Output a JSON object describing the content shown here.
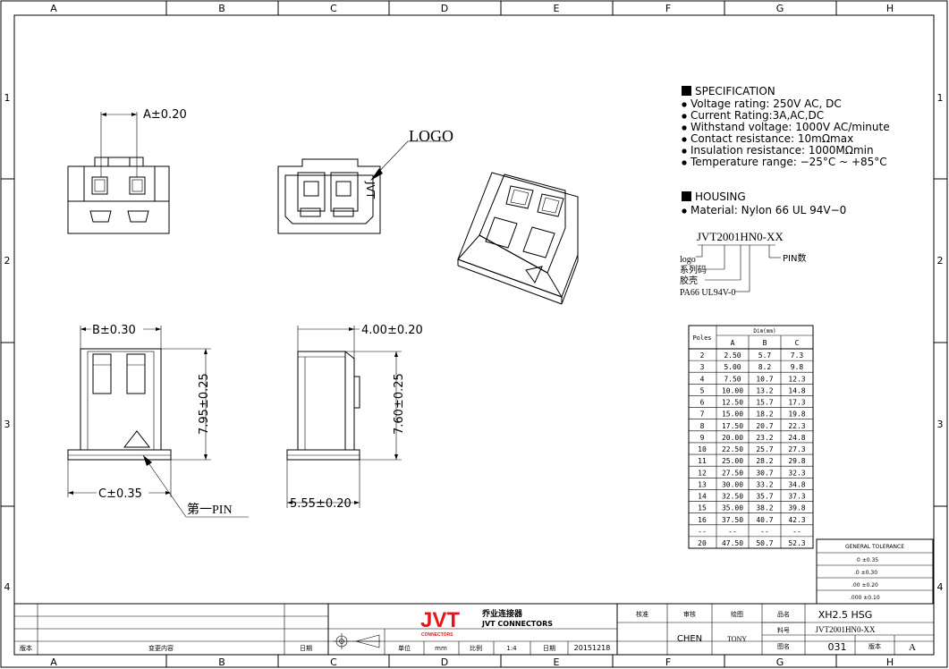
{
  "frame": {
    "columns": [
      "A",
      "B",
      "C",
      "D",
      "E",
      "F",
      "G",
      "H"
    ],
    "rows": [
      "1",
      "2",
      "3",
      "4"
    ]
  },
  "labels": {
    "dim_a": "A±0.20",
    "logo": "LOGO",
    "logo_mark": "JVT",
    "dim_b": "B±0.30",
    "dim_c": "C±0.35",
    "dim_height_front": "7.95±0.25",
    "first_pin": "第一PIN",
    "dim_depth": "4.00±0.20",
    "dim_height_side": "7.60±0.25",
    "dim_width_side": "5.55±0.20"
  },
  "specification": {
    "title": "SPECIFICATION",
    "items": [
      "Voltage rating: 250V AC, DC",
      "Current Rating:3A,AC,DC",
      "Withstand voltage: 1000V AC/minute",
      "Contact resistance: 10mΩmax",
      "Insulation resistance: 1000MΩmin",
      "Temperature range: −25°C ~ +85°C"
    ]
  },
  "housing": {
    "title": "HOUSING",
    "items": [
      "Material: Nylon 66 UL 94V−0"
    ]
  },
  "part_code": {
    "code": "JVT2001HN0-XX",
    "logo": "logo",
    "series": "系列码",
    "shell": "胶壳",
    "material": "PA66 UL94V-0",
    "pin": "PIN数"
  },
  "dim_table": {
    "poles_header": "Poles",
    "dim_header": "Dim(mm)",
    "columns": [
      "A",
      "B",
      "C"
    ],
    "rows": [
      [
        "2",
        "2.50",
        "5.7",
        "7.3"
      ],
      [
        "3",
        "5.00",
        "8.2",
        "9.8"
      ],
      [
        "4",
        "7.50",
        "10.7",
        "12.3"
      ],
      [
        "5",
        "10.00",
        "13.2",
        "14.8"
      ],
      [
        "6",
        "12.50",
        "15.7",
        "17.3"
      ],
      [
        "7",
        "15.00",
        "18.2",
        "19.8"
      ],
      [
        "8",
        "17.50",
        "20.7",
        "22.3"
      ],
      [
        "9",
        "20.00",
        "23.2",
        "24.8"
      ],
      [
        "10",
        "22.50",
        "25.7",
        "27.3"
      ],
      [
        "11",
        "25.00",
        "28.2",
        "29.8"
      ],
      [
        "12",
        "27.50",
        "30.7",
        "32.3"
      ],
      [
        "13",
        "30.00",
        "33.2",
        "34.8"
      ],
      [
        "14",
        "32.50",
        "35.7",
        "37.3"
      ],
      [
        "15",
        "35.00",
        "38.2",
        "39.8"
      ],
      [
        "16",
        "37.50",
        "40.7",
        "42.3"
      ],
      [
        "--",
        "--",
        "--",
        "--"
      ],
      [
        "20",
        "47.50",
        "50.7",
        "52.3"
      ]
    ]
  },
  "tolerance": {
    "title": "GENERAL TOLERANCE",
    "rows": [
      "0  ±0.35",
      ".0  ±0.30",
      ".00 ±0.20",
      ".000 ±0.10"
    ]
  },
  "title_block": {
    "revision": "版本",
    "change_content": "变更内容",
    "date_label": "日期",
    "unit_label": "单位",
    "unit_value": "mm",
    "scale_label": "比例",
    "scale_value": "1:4",
    "date2_label": "日期",
    "date2_value": "20151218",
    "approve": "核准",
    "review": "审核",
    "draw": "绘图",
    "reviewer": "CHEN",
    "drawer": "TONY",
    "product_name_label": "品名",
    "product_name": "XH2.5 HSG",
    "part_no_label": "料号",
    "part_no": "JVT2001HN0-XX",
    "drawing_no_label": "图名",
    "drawing_no": "031",
    "version_label": "版本",
    "version": "A",
    "company_logo": "JVT",
    "company_cn": "乔业连接器",
    "company_en": "JVT CONNECTORS",
    "company_sub": "CONNECTORS"
  },
  "colors": {
    "brand_red": "#e8141c",
    "ink": "#000000"
  }
}
